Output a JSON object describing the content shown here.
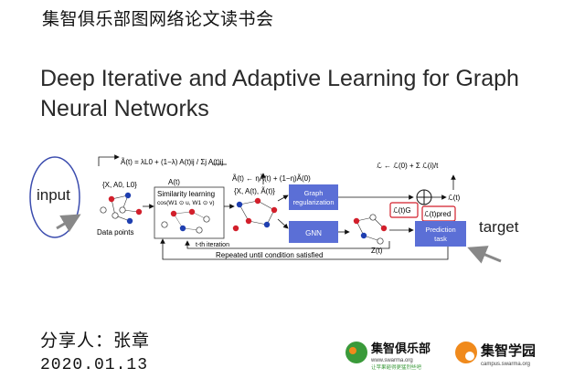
{
  "slide": {
    "header": "集智俱乐部图网络论文读书会",
    "title_line1": "Deep Iterative and Adaptive Learning for Graph",
    "title_line2": "Neural Networks",
    "presenter": "分享人：张章",
    "date": "2020.01.13"
  },
  "annotations": {
    "input_label": "input",
    "target_label": "target"
  },
  "diagram": {
    "formula_top": "Ã(t) = λL0 + (1−λ) A(t)ij / Σj A(t)ij",
    "formula_update": "Ã(t) ← ηÃ(t) + (1−η)Ã(0)",
    "formula_loss": "ℒ ← ℒ(0) + Σ ℒ(i)/t",
    "input_set": "{X, A0, L0}",
    "input_caption": "Data points",
    "sim_A_label": "A(t)",
    "sim_title": "Similarity learning",
    "sim_formula": "cos(W1 ⊙ u, W1 ⊙ v)",
    "iter_label": "t-th iteration",
    "mid_set": "{X, A(t), Ã(t)}",
    "graph_reg": "Graph regularization",
    "gnn": "GNN",
    "loss_g": "ℒ(t)G",
    "loss_pred": "ℒ(t)pred",
    "loss_out": "ℒ(t)",
    "z_label": "Z(t)",
    "prediction_task": "Prediction task",
    "repeat_label": "Repeated until condition satisfied"
  },
  "logos": {
    "left_name": "集智俱乐部",
    "left_url": "www.swarma.org",
    "left_slogan": "让苹果砸得更猛烈些吧",
    "right_name": "集智学园",
    "right_url": "campus.swarma.org"
  },
  "colors": {
    "node_red": "#d21f2b",
    "node_blue": "#1f3fb0",
    "box_blue": "#5b6fd6",
    "annotation": "#3b4cae",
    "logo_green": "#3a9a3a",
    "logo_orange": "#f08a1c"
  }
}
